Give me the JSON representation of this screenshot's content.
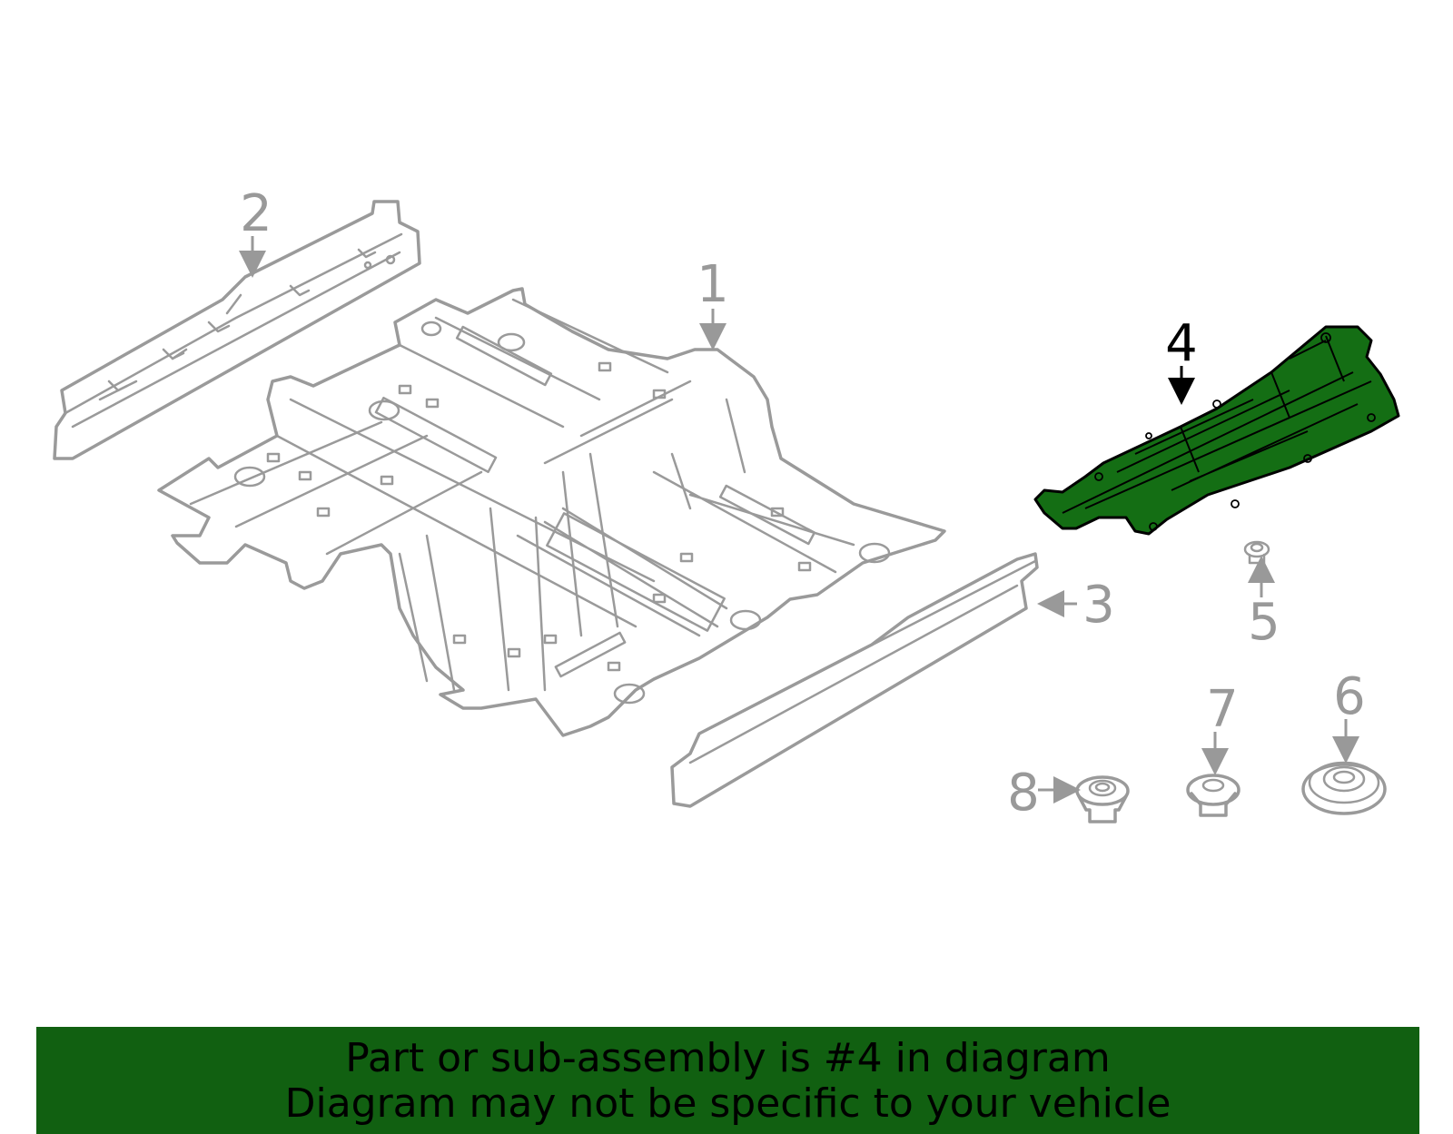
{
  "callouts": [
    {
      "number": "1",
      "part": "floor-pan"
    },
    {
      "number": "2",
      "part": "left-rocker"
    },
    {
      "number": "3",
      "part": "right-rocker"
    },
    {
      "number": "4",
      "part": "underbody-shield",
      "highlighted": true
    },
    {
      "number": "5",
      "part": "nut"
    },
    {
      "number": "6",
      "part": "plug"
    },
    {
      "number": "7",
      "part": "nut"
    },
    {
      "number": "8",
      "part": "nut"
    }
  ],
  "colors": {
    "highlight": "#146e14",
    "banner": "#116011",
    "line": "#9a9a9a"
  },
  "banner": {
    "line1": "Part or sub-assembly is #4 in diagram",
    "line2": "Diagram may not be specific to your vehicle"
  }
}
